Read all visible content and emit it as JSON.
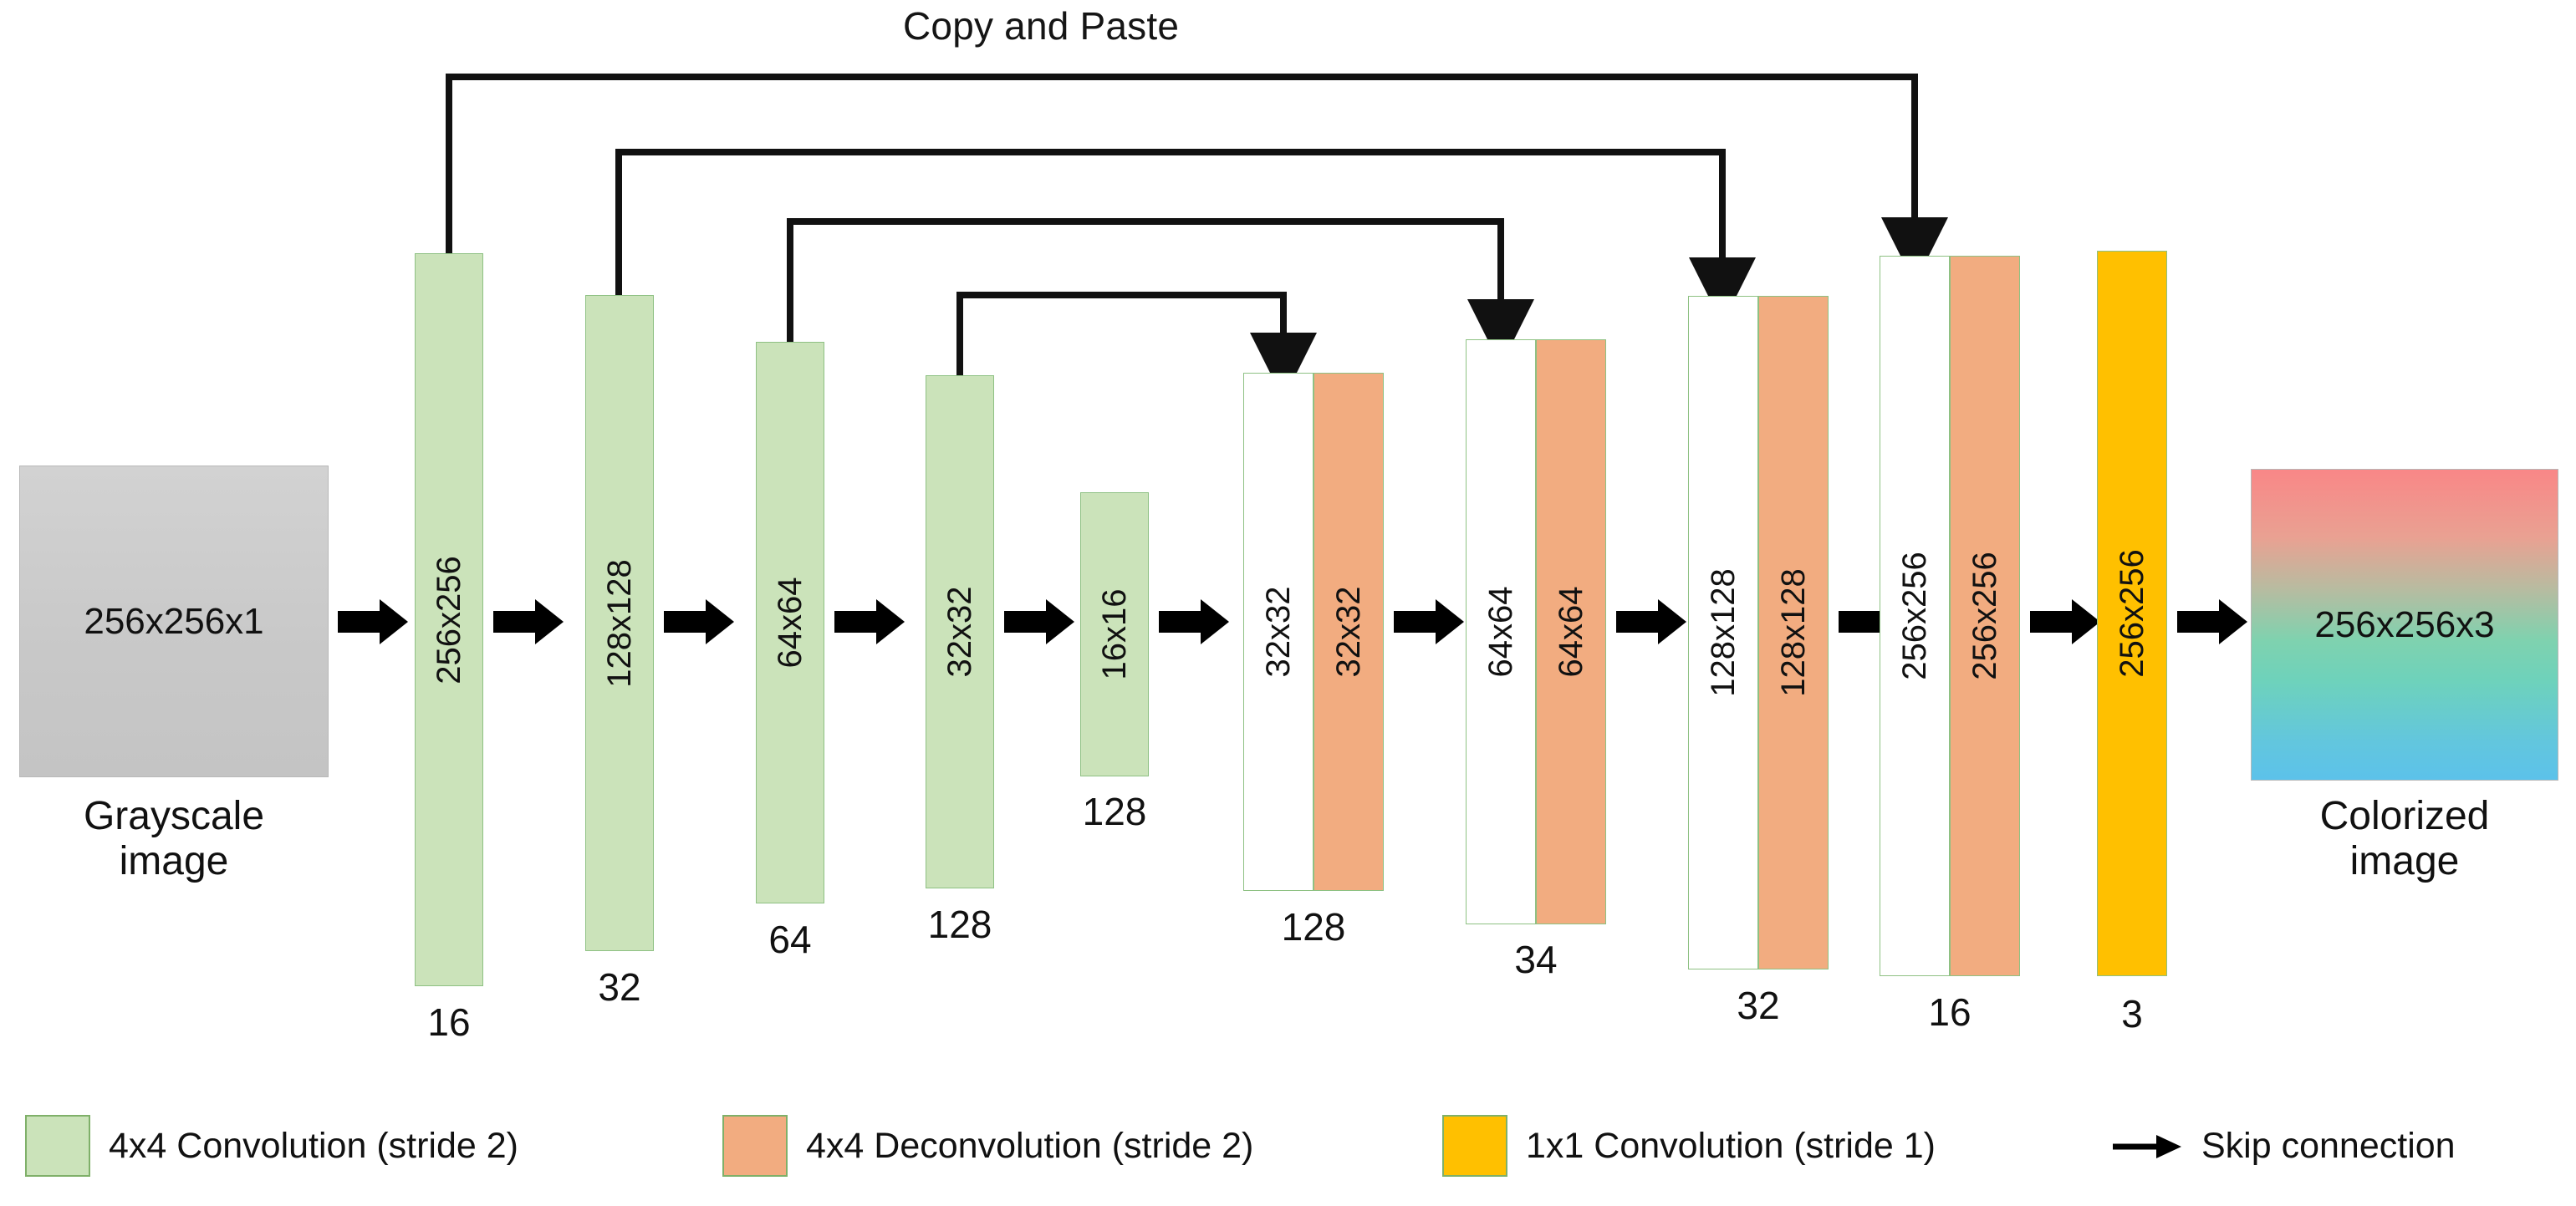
{
  "diagram": {
    "title": "Copy and Paste",
    "input": {
      "value": "256x256x1",
      "caption": "Grayscale\nimage"
    },
    "output": {
      "value": "256x256x3",
      "caption": "Colorized\nimage"
    },
    "colors": {
      "convolution": "#CBE3BA",
      "deconvolution": "#F2AC80",
      "pointwise_convolution": "#FFC000",
      "block_border": "#8EC183",
      "arrow": "#000000",
      "input_image": "#C8C8C8",
      "output_gradient_top": "#F98787",
      "output_gradient_mid": "#7FD2AF",
      "output_gradient_bottom": "#5CC2EA"
    },
    "encoder": [
      {
        "name": "enc1",
        "size": "256x256",
        "channels": "16",
        "type": "convolution"
      },
      {
        "name": "enc2",
        "size": "128x128",
        "channels": "32",
        "type": "convolution"
      },
      {
        "name": "enc3",
        "size": "64x64",
        "channels": "64",
        "type": "convolution"
      },
      {
        "name": "enc4",
        "size": "32x32",
        "channels": "128",
        "type": "convolution"
      },
      {
        "name": "enc5",
        "size": "16x16",
        "channels": "128",
        "type": "convolution"
      }
    ],
    "decoder": [
      {
        "name": "dec1",
        "skip_size": "32x32",
        "deconv_size": "32x32",
        "channels": "128"
      },
      {
        "name": "dec2",
        "skip_size": "64x64",
        "deconv_size": "64x64",
        "channels": "34"
      },
      {
        "name": "dec3",
        "skip_size": "128x128",
        "deconv_size": "128x128",
        "channels": "32"
      },
      {
        "name": "dec4",
        "skip_size": "256x256",
        "deconv_size": "256x256",
        "channels": "16"
      }
    ],
    "output_layer": {
      "name": "out",
      "size": "256x256",
      "channels": "3",
      "type": "pointwise_convolution"
    },
    "legend": [
      {
        "icon": "green-swatch",
        "label": "4x4 Convolution (stride 2)"
      },
      {
        "icon": "orange-swatch",
        "label": "4x4 Deconvolution  (stride 2)"
      },
      {
        "icon": "yellow-swatch",
        "label": "1x1 Convolution (stride 1)"
      },
      {
        "icon": "arrow-icon",
        "label": "Skip connection"
      }
    ]
  }
}
